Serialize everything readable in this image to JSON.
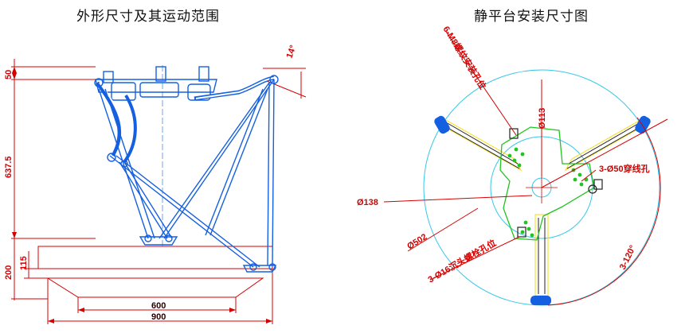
{
  "titles": {
    "left": "外形尺寸及其运动范围",
    "right": "静平台安装尺寸图"
  },
  "left_dims": {
    "angle": "14°",
    "top_height": "50",
    "main_height": "637.5",
    "lower_height": "200",
    "inner_height": "115",
    "inner_width": "600",
    "outer_width": "900"
  },
  "right_dims": {
    "mount_holes": "6-M8螺纹安装孔位",
    "center_dia": "Ø113",
    "pass_holes": "3-Ø50穿线孔",
    "dia_138": "Ø138",
    "dia_502": "Ø502",
    "bolt_holes": "3-Ø16沉头螺栓孔位",
    "angle": "3-120°"
  },
  "colors": {
    "robot_blue": "#1560e0",
    "cad_red": "#d40000",
    "arm_yellow": "#f4e23a",
    "plate_green": "#22c322",
    "circle_cyan": "#37c8e8"
  }
}
